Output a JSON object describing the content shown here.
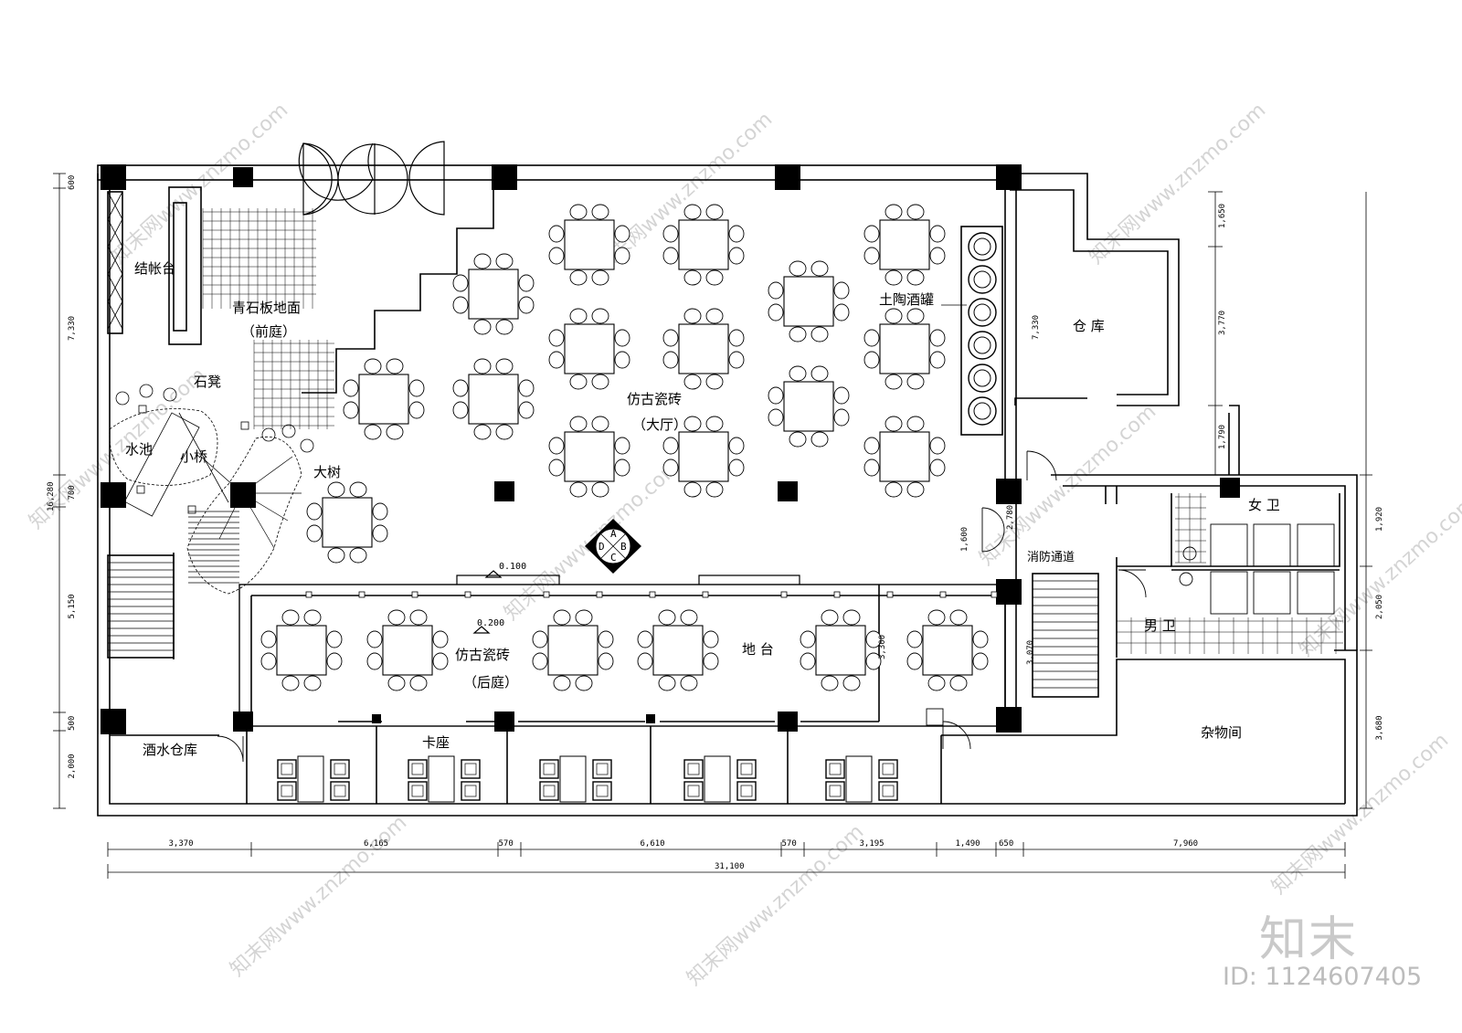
{
  "labels": {
    "cashier": "结帐台",
    "front_floor": "青石板地面",
    "front_court": "（前庭）",
    "stone_stool": "石凳",
    "pond": "水池",
    "bridge": "小桥",
    "tree": "大树",
    "hall_tile": "仿古瓷砖",
    "hall": "（大厅）",
    "jars": "土陶酒罐",
    "warehouse": "仓 库",
    "fire_passage": "消防通道",
    "female_wc": "女 卫",
    "male_wc": "男 卫",
    "sundries": "杂物间",
    "back_tile": "仿古瓷砖",
    "back_court": "（后庭）",
    "platform": "地 台",
    "wine_store": "酒水仓库",
    "booths": "卡座",
    "elev_1": "0.100",
    "elev_2": "0.200",
    "compass": [
      "A",
      "B",
      "C",
      "D"
    ]
  },
  "dimensions": {
    "bottom": [
      "3,370",
      "6,165",
      "570",
      "6,610",
      "570",
      "3,195",
      "1,490",
      "650",
      "7,960"
    ],
    "total": "31,100",
    "left": [
      "600",
      "7,330",
      "700",
      "5,150",
      "500",
      "2,000"
    ],
    "left_total": "16,280",
    "right_upper": [
      "1,650",
      "3,770",
      "1,790"
    ],
    "right_lower": [
      "1,920",
      "2,050",
      "3,680"
    ],
    "inner": [
      "7,330",
      "1,600",
      "2,780",
      "3,070",
      "3,300"
    ]
  },
  "watermark": "知末网www.znzmo.com",
  "brand": {
    "logo": "知末",
    "id": "ID: 1124607405"
  }
}
